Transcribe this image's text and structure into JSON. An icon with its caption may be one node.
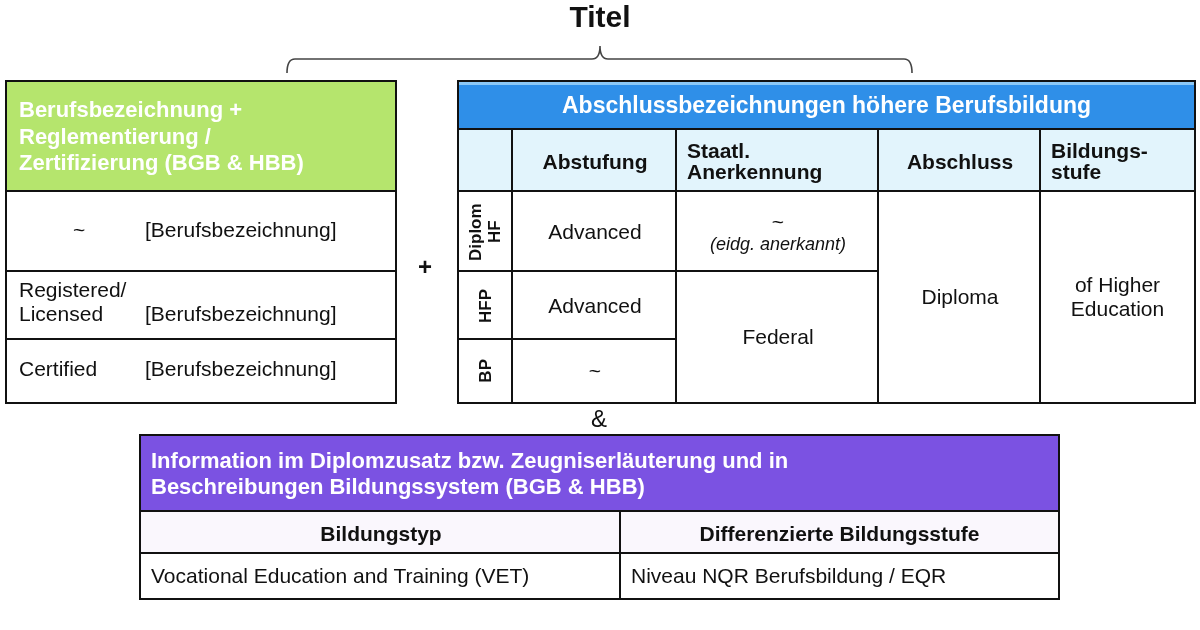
{
  "diagram": {
    "title": "Titel",
    "nodes": [
      {
        "text": [
          "Berufsbezeichnung + Reglementierung / Zertifizierung (BGB & HBB)"
        ]
      },
      {
        "text": [
          "~",
          "[Berufsbezeichnung]"
        ],
        "in": 0
      },
      {
        "text": [
          "Registered/ Licensed",
          "[Berufsbezeichnung]"
        ],
        "in": 0
      },
      {
        "text": [
          "Certified",
          "[Berufsbezeichnung]"
        ],
        "in": 0
      },
      {
        "text": [
          "Abschlussbezeichnungen höhere Berufsbildung"
        ]
      },
      {
        "text": [],
        "shape": "box",
        "in": 4
      },
      {
        "text": [
          "Abstufung"
        ],
        "in": 4
      },
      {
        "text": [
          "Staatl. Anerkennung"
        ],
        "in": 4
      },
      {
        "text": [
          "Abschluss"
        ],
        "in": 4
      },
      {
        "text": [
          "Bildungs- stufe"
        ],
        "in": 4
      },
      {
        "text": [
          "Diplom HF"
        ],
        "in": 4
      },
      {
        "text": [
          "Advanced"
        ],
        "in": 4
      },
      {
        "text": [
          "~",
          "(eidg. anerkannt)"
        ],
        "in": 4
      },
      {
        "text": [
          "Diploma"
        ],
        "in": 4
      },
      {
        "text": [
          "of Higher Education"
        ],
        "in": 4
      },
      {
        "text": [
          "HFP"
        ],
        "in": 4
      },
      {
        "text": [
          "Advanced"
        ],
        "in": 4
      },
      {
        "text": [
          "Federal"
        ],
        "in": 4
      },
      {
        "text": [
          "BP"
        ],
        "in": 4
      },
      {
        "text": [
          "~"
        ],
        "in": 4
      },
      {
        "text": [
          "Information im Diplomzusatz bzw. Zeugniserläuterung und in Beschreibungen Bildungssystem (BGB & HBB)"
        ]
      },
      {
        "text": [
          "Bildungstyp"
        ],
        "in": 20
      },
      {
        "text": [
          "Differenzierte Bildungsstufe"
        ],
        "in": 20
      },
      {
        "text": [
          "Vocational Education and Training (VET)"
        ],
        "in": 20
      },
      {
        "text": [
          "Niveau NQR Berufsbildung / EQR"
        ],
        "in": 20
      }
    ],
    "labels": [
      "+",
      "&"
    ]
  }
}
